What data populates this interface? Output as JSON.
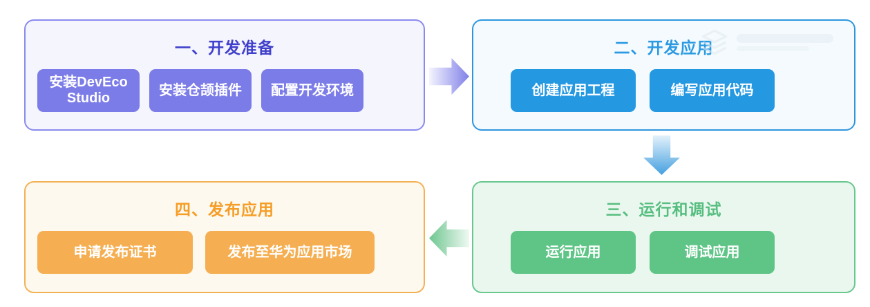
{
  "page": {
    "background": "#FFFFFF"
  },
  "flow": {
    "boxes": {
      "prep": {
        "title": "一、开发准备",
        "steps": [
          "安装DevEco Studio",
          "安装仓颉插件",
          "配置开发环境"
        ],
        "colors": {
          "border": "#8A8AEE",
          "background": "#F5F5FE",
          "title": "#4040CC",
          "chip": "#7C7CE8",
          "chip_text": "#FFFFFF"
        }
      },
      "dev": {
        "title": "二、开发应用",
        "steps": [
          "创建应用工程",
          "编写应用代码"
        ],
        "colors": {
          "border": "#2D96DE",
          "background": "#F4FAFE",
          "title": "#2B9AE2",
          "chip": "#2598E2",
          "chip_text": "#FFFFFF"
        }
      },
      "run": {
        "title": "三、运行和调试",
        "steps": [
          "运行应用",
          "调试应用"
        ],
        "colors": {
          "border": "#67C78C",
          "background": "#EAF7EF",
          "title": "#57BE80",
          "chip": "#5FC586",
          "chip_text": "#FFFFFF"
        }
      },
      "publish": {
        "title": "四、发布应用",
        "steps": [
          "申请发布证书",
          "发布至华为应用市场"
        ],
        "colors": {
          "border": "#F3B155",
          "background": "#FEF9EF",
          "title": "#F59D26",
          "chip": "#F5AF52",
          "chip_text": "#FFFFFF"
        }
      }
    },
    "arrows": [
      {
        "name": "prep-to-dev",
        "direction": "right",
        "gradient": [
          "#F4F4FE",
          "#8080E9"
        ]
      },
      {
        "name": "dev-to-run",
        "direction": "down",
        "gradient": [
          "#E2F1FB",
          "#45A0E0"
        ]
      },
      {
        "name": "run-to-publish",
        "direction": "left",
        "gradient": [
          "#EFF9F3",
          "#6FC690"
        ]
      }
    ],
    "watermark": {
      "icon": "stacked-layers-icon"
    }
  }
}
